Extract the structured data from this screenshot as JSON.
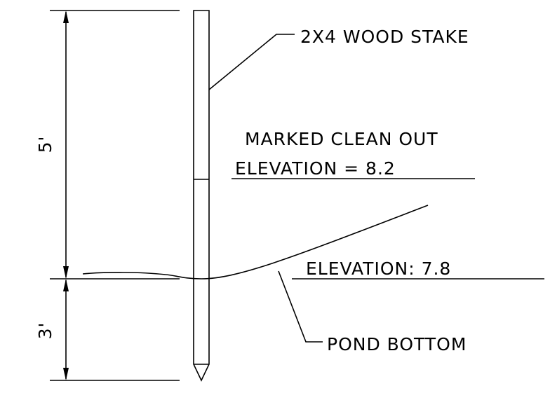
{
  "labels": {
    "stake": "2X4 WOOD STAKE",
    "clean_out_line1": "MARKED CLEAN OUT",
    "clean_out_line2": "ELEVATION = 8.2",
    "pond_elevation": "ELEVATION: 7.8",
    "pond_bottom": "POND BOTTOM"
  },
  "dimensions": {
    "upper": "5'",
    "lower": "3'"
  }
}
